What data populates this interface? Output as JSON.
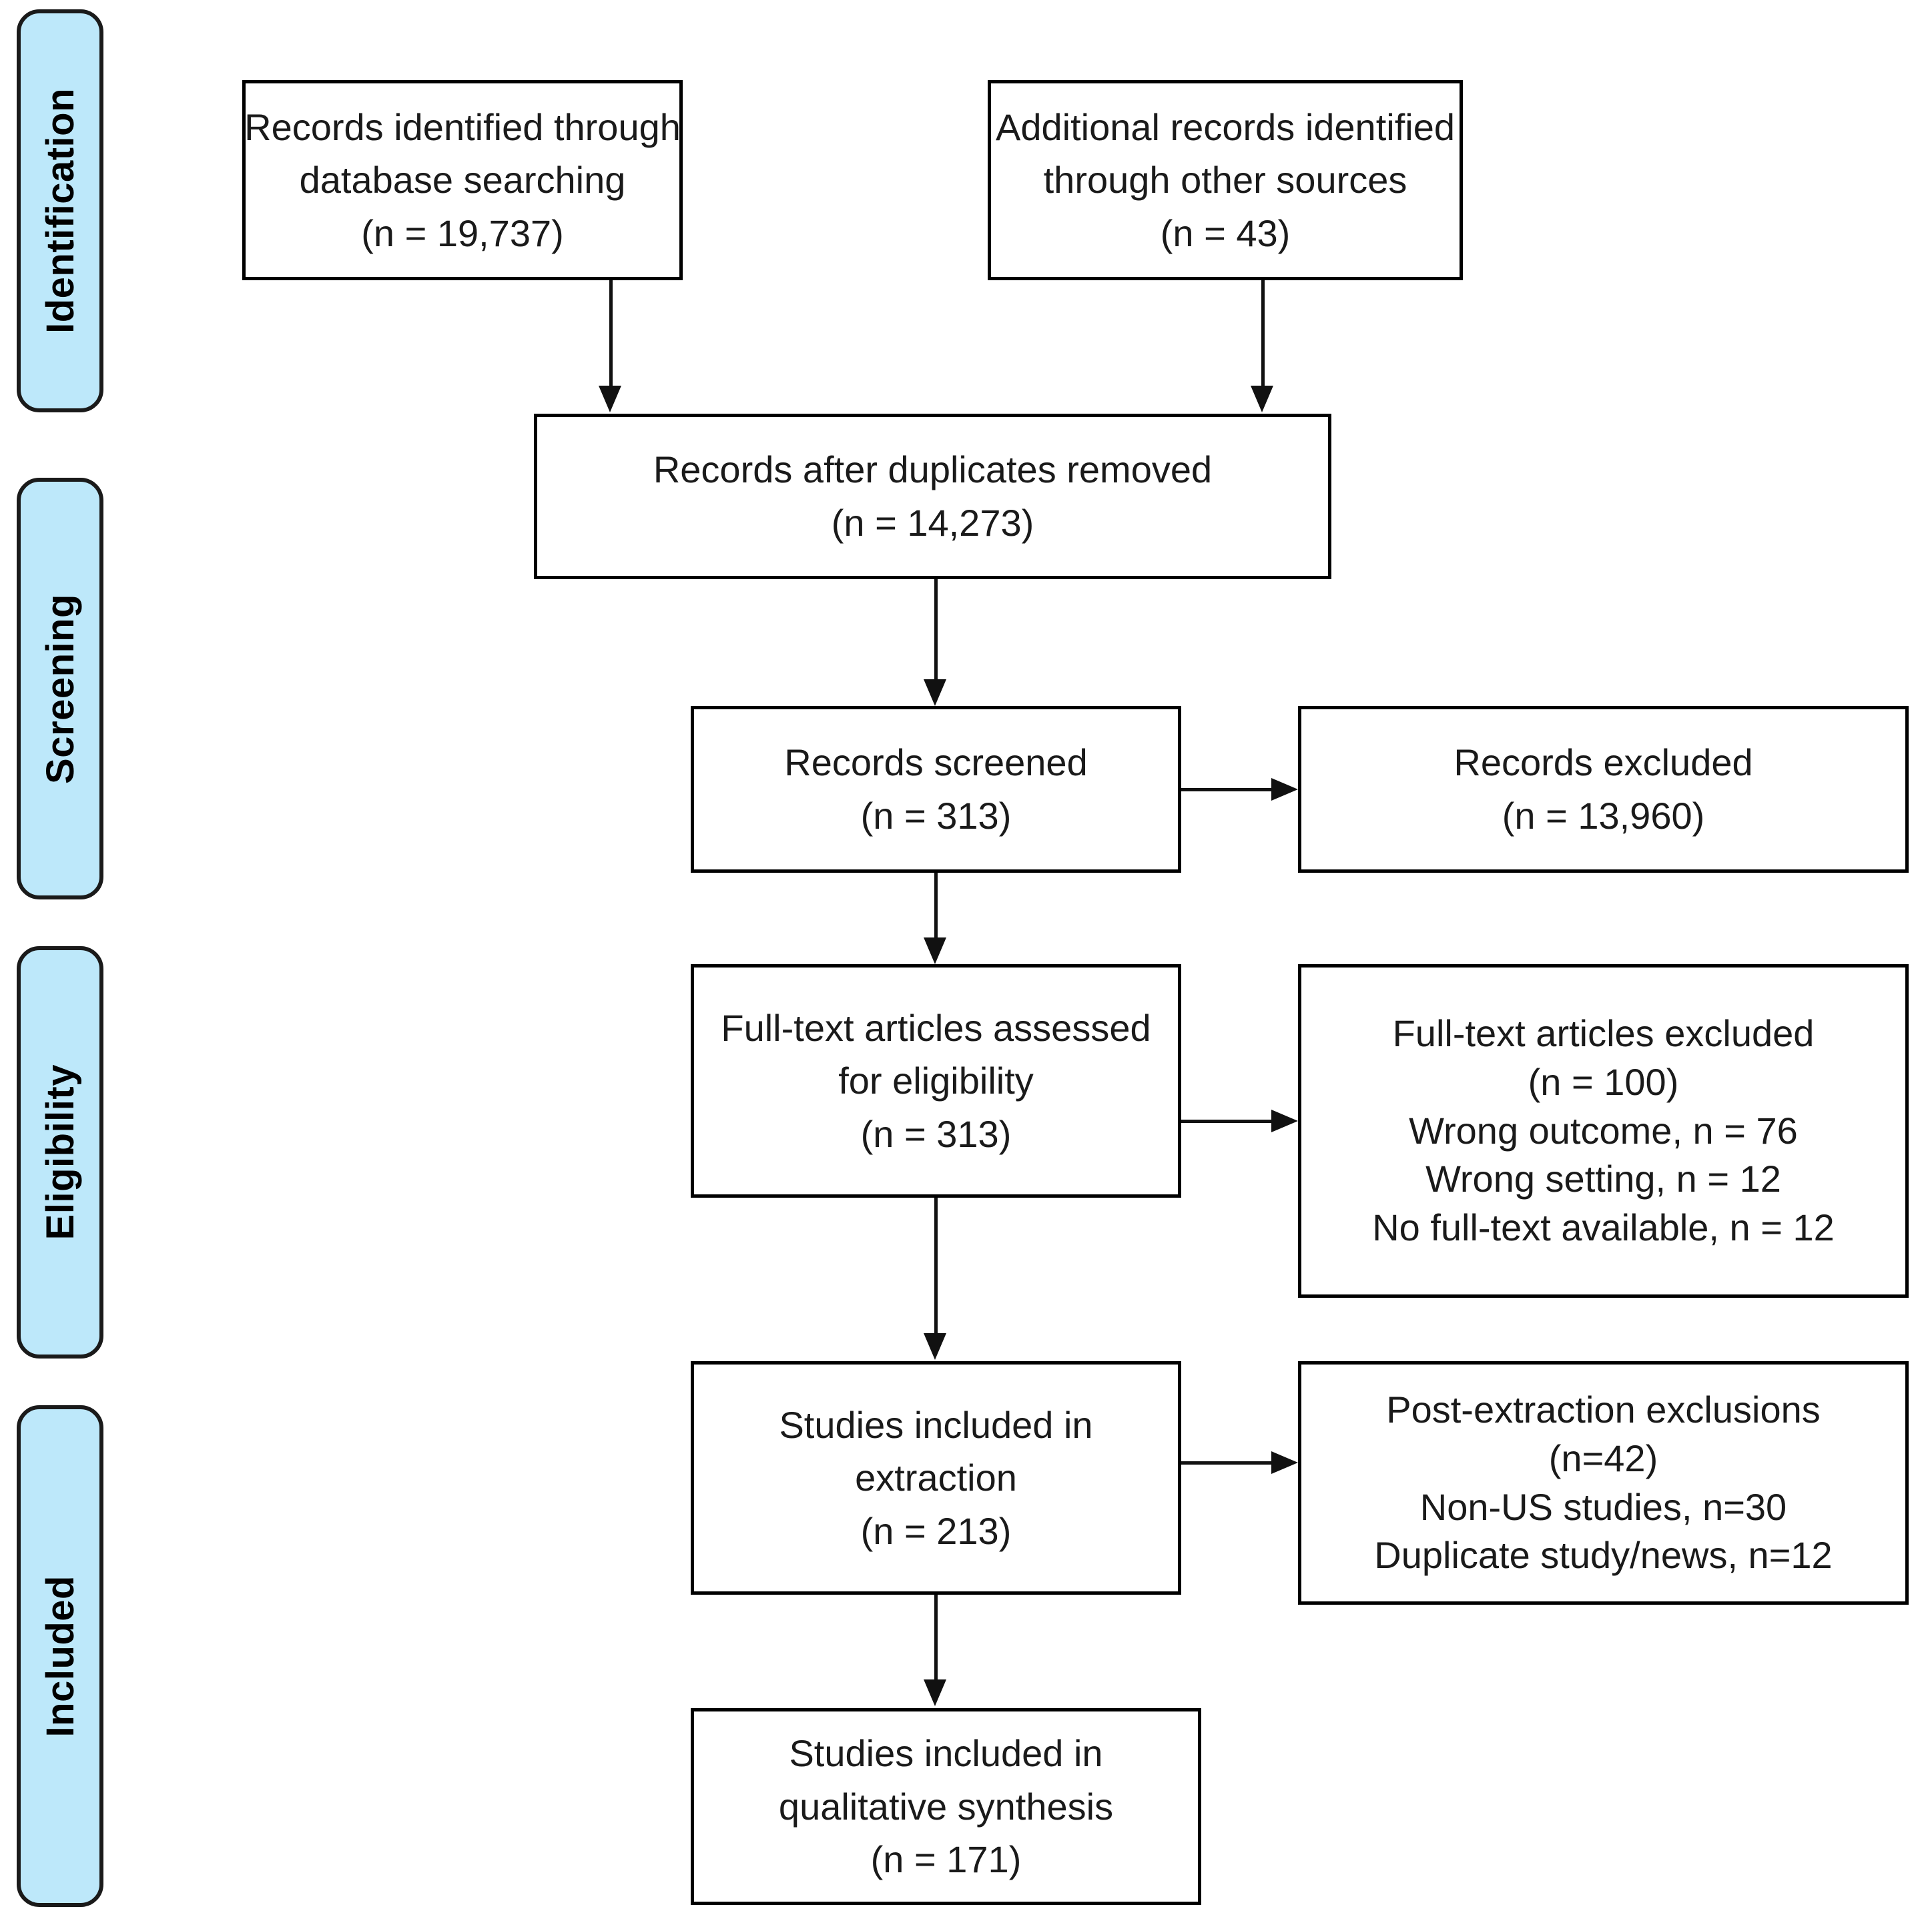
{
  "figure": {
    "type": "prisma-flow-diagram",
    "accent_color": "#BDE8FA",
    "line_color": "#111111",
    "text_color": "#1a1a1a"
  },
  "stages": [
    {
      "id": "identification",
      "label": "Identification"
    },
    {
      "id": "screening",
      "label": "Screening"
    },
    {
      "id": "eligibility",
      "label": "Eligibility"
    },
    {
      "id": "included",
      "label": "Included"
    }
  ],
  "boxes": {
    "database_search": {
      "line1": "Records identified through",
      "line2": "database searching",
      "line3": "(n = 19,737)"
    },
    "other_sources": {
      "line1": "Additional records identified",
      "line2": "through other sources",
      "line3": "(n = 43)"
    },
    "duplicates_removed": {
      "line1": "Records after duplicates removed",
      "line2": "(n = 14,273)"
    },
    "records_screened": {
      "line1": "Records screened",
      "line2": "(n = 313)"
    },
    "records_excluded": {
      "line1": "Records excluded",
      "line2": "(n = 13,960)"
    },
    "fulltext_assessed": {
      "line1": "Full-text articles assessed",
      "line2": "for eligibility",
      "line3": "(n = 313)"
    },
    "fulltext_excluded": {
      "line1": "Full-text articles excluded",
      "line2": "(n = 100)",
      "line3": "Wrong outcome, n = 76",
      "line4": "Wrong setting, n = 12",
      "line5": "No full-text available, n = 12"
    },
    "included_extraction": {
      "line1": "Studies included in",
      "line2": "extraction",
      "line3": "(n = 213)"
    },
    "post_extraction_exclusions": {
      "line1": "Post-extraction exclusions",
      "line2": "(n=42)",
      "line3": "Non-US studies, n=30",
      "line4": "Duplicate study/news, n=12"
    },
    "qualitative_synthesis": {
      "line1": "Studies included in",
      "line2": "qualitative synthesis",
      "line3": "(n = 171)"
    }
  }
}
